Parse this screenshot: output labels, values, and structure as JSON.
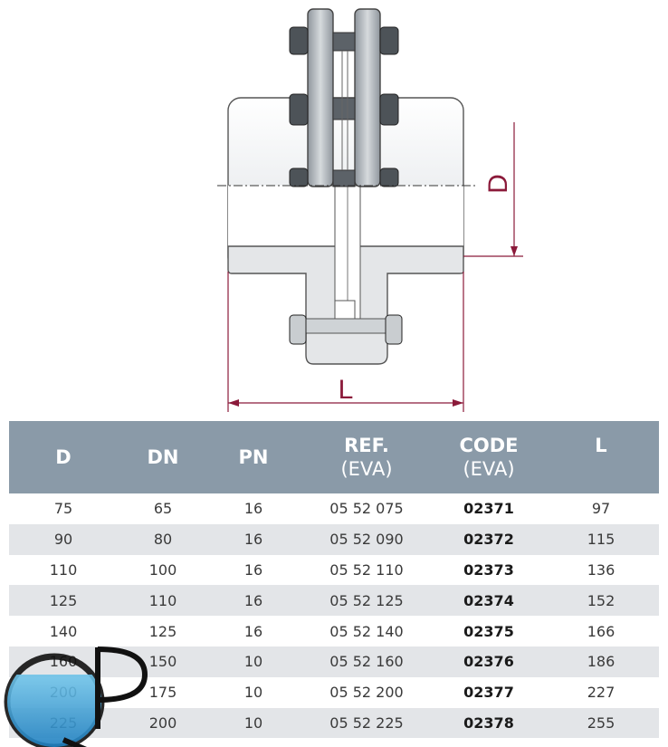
{
  "drawing": {
    "dimension_d": "D",
    "dimension_l": "L"
  },
  "table": {
    "headers": [
      {
        "line1": "D",
        "line2": ""
      },
      {
        "line1": "DN",
        "line2": ""
      },
      {
        "line1": "PN",
        "line2": ""
      },
      {
        "line1": "REF.",
        "line2": "(EVA)"
      },
      {
        "line1": "CODE",
        "line2": "(EVA)"
      },
      {
        "line1": "L",
        "line2": ""
      }
    ],
    "rows": [
      [
        "75",
        "65",
        "16",
        "05 52 075",
        "02371",
        "97"
      ],
      [
        "90",
        "80",
        "16",
        "05 52 090",
        "02372",
        "115"
      ],
      [
        "110",
        "100",
        "16",
        "05 52 110",
        "02373",
        "136"
      ],
      [
        "125",
        "110",
        "16",
        "05 52 125",
        "02374",
        "152"
      ],
      [
        "140",
        "125",
        "16",
        "05 52 140",
        "02375",
        "166"
      ],
      [
        "160",
        "150",
        "10",
        "05 52 160",
        "02376",
        "186"
      ],
      [
        "200",
        "175",
        "10",
        "05 52 200",
        "02377",
        "227"
      ],
      [
        "225",
        "200",
        "10",
        "05 52 225",
        "02378",
        "255"
      ]
    ]
  },
  "colors": {
    "header_bg": "#8a9aa8",
    "row_alt_bg": "#e3e5e8",
    "dimension_line": "#8b1a3a"
  },
  "logo": {
    "text": "QP"
  }
}
